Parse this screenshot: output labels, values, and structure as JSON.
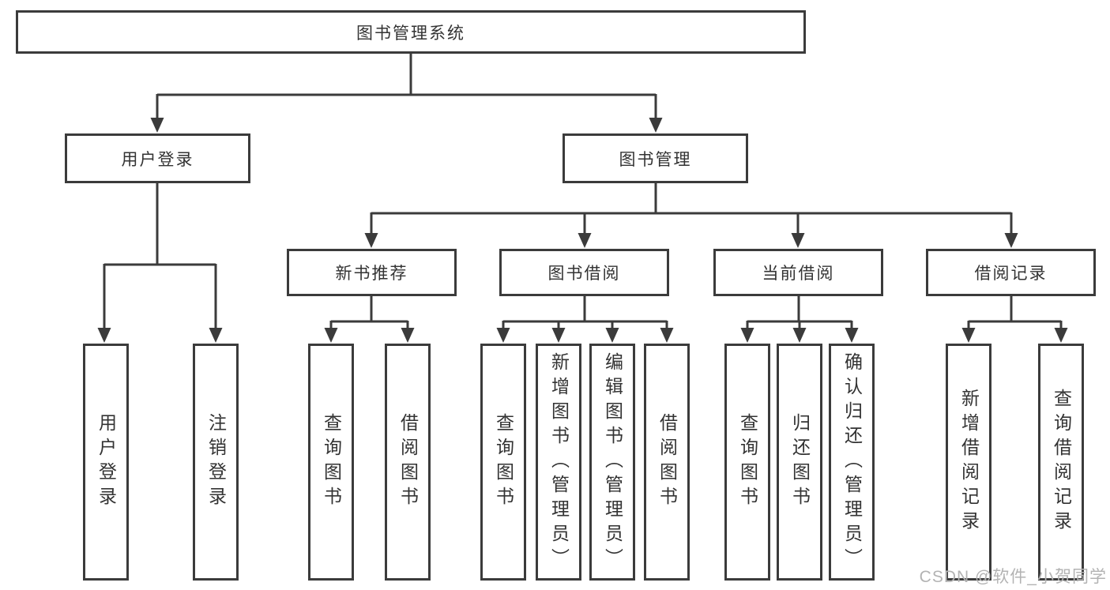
{
  "diagram": {
    "title": "图书管理系统",
    "root": {
      "label": "图书管理系统"
    },
    "level2": [
      {
        "label": "用户登录",
        "children": [
          {
            "label": "用户登录"
          },
          {
            "label": "注销登录"
          }
        ]
      },
      {
        "label": "图书管理",
        "children": [
          {
            "label": "新书推荐",
            "children": [
              {
                "label": "查询图书"
              },
              {
                "label": "借阅图书"
              }
            ]
          },
          {
            "label": "图书借阅",
            "children": [
              {
                "label": "查询图书"
              },
              {
                "label": "新增图书（管理员）"
              },
              {
                "label": "编辑图书（管理员）"
              },
              {
                "label": "借阅图书"
              }
            ]
          },
          {
            "label": "当前借阅",
            "children": [
              {
                "label": "查询图书"
              },
              {
                "label": "归还图书"
              },
              {
                "label": "确认归还（管理员）"
              }
            ]
          },
          {
            "label": "借阅记录",
            "children": [
              {
                "label": "新增借阅记录"
              },
              {
                "label": "查询借阅记录"
              }
            ]
          }
        ]
      }
    ]
  },
  "watermark": "CSDN @软件_小贺同学",
  "colors": {
    "line": "#3b3b3b",
    "text": "#333333",
    "background": "#ffffff",
    "watermark": "#b3b3b3"
  }
}
